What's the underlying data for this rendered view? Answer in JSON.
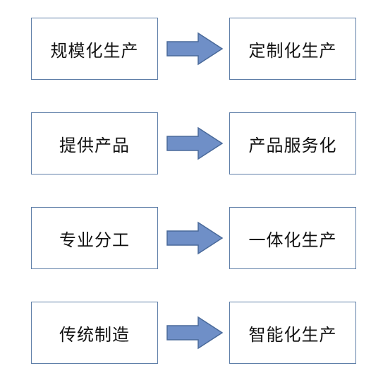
{
  "flows": [
    {
      "from": "规模化生产",
      "to": "定制化生产"
    },
    {
      "from": "提供产品",
      "to": "产品服务化"
    },
    {
      "from": "专业分工",
      "to": "一体化生产"
    },
    {
      "from": "传统制造",
      "to": "智能化生产"
    }
  ],
  "colors": {
    "box_border": "#5f7fa8",
    "arrow_fill": "#6f8fc7",
    "arrow_stroke": "#4a6a9a",
    "text": "#111111",
    "background": "#ffffff"
  }
}
